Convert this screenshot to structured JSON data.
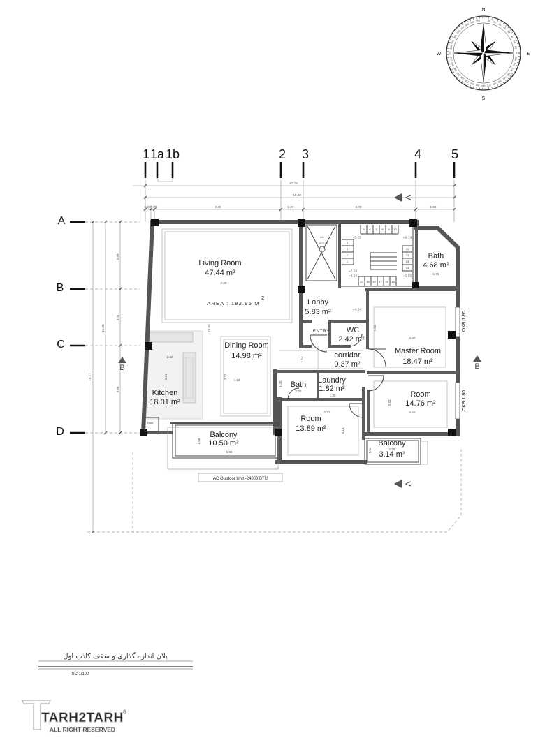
{
  "compass": {
    "north": "N",
    "south": "S",
    "west": "W",
    "east": "E",
    "degrees": [
      "10",
      "20",
      "30",
      "40",
      "50",
      "60",
      "70",
      "80",
      "90",
      "100",
      "110",
      "120",
      "130",
      "140",
      "150",
      "160",
      "170",
      "180",
      "190",
      "200",
      "210",
      "220",
      "230",
      "240",
      "250",
      "260",
      "270",
      "280",
      "290",
      "300",
      "310",
      "320",
      "330",
      "340",
      "350"
    ]
  },
  "grid": {
    "col_1": "1",
    "col_1a": "1a",
    "col_1b": "1b",
    "col_2": "2",
    "col_3": "3",
    "col_4": "4",
    "col_5": "5",
    "row_a": "A",
    "row_b": "B",
    "row_c": "C",
    "row_d": "D"
  },
  "dimensions": {
    "overall_width": "17.19",
    "structure_width": "16.39",
    "top_segments": [
      "0.20",
      "0.33",
      "6.60",
      "1.21",
      "6.00",
      "1.96"
    ],
    "left_overall": "15.77",
    "left_structure": "11.26",
    "left_segments": [
      "3.59",
      "3.01",
      "4.66"
    ],
    "interior": [
      "8.09",
      "10.65",
      "1.33",
      "4.21",
      "4.72",
      "4.18",
      "1.24",
      "1.40",
      "2.20",
      "1.30",
      "4.21",
      "3.18",
      "4.34",
      "4.46",
      "3.33",
      "4.46",
      "1.66",
      "5.82",
      "2.75",
      "1.54",
      "1.76"
    ]
  },
  "section_marks": {
    "a_top": "A",
    "a_bottom": "A",
    "b_left": "B",
    "b_right": "B"
  },
  "rooms": {
    "living": {
      "name": "Living Room",
      "area": "47.44 m²"
    },
    "lobby": {
      "name": "Lobby",
      "area": "5.83 m²"
    },
    "wc": {
      "name": "WC",
      "area": "2.42 m²"
    },
    "bath_top": {
      "name": "Bath",
      "area": "4.68 m²"
    },
    "dining": {
      "name": "Dining Room",
      "area": "14.98 m²"
    },
    "kitchen": {
      "name": "Kitchen",
      "area": "18.01 m²"
    },
    "corridor": {
      "name": "corridor",
      "area": "9.37 m²"
    },
    "master": {
      "name": "Master Room",
      "area": "18.47 m²"
    },
    "bath_small": {
      "name": "Bath"
    },
    "laundry": {
      "name": "Laundry",
      "area": "1.82 m²"
    },
    "room_right": {
      "name": "Room",
      "area": "14.76 m²"
    },
    "room_bottom": {
      "name": "Room",
      "area": "13.89 m²"
    },
    "balcony_left": {
      "name": "Balcony",
      "area": "10.50 m²"
    },
    "balcony_right": {
      "name": "Balcony",
      "area": "3.14 m²"
    }
  },
  "total_area": {
    "label": "AREA : 182.95 M",
    "superscript": "2"
  },
  "lift": {
    "name": "Lift",
    "size": "1.60*2.60"
  },
  "entry": "ENTRY",
  "duct": "Duct",
  "stairs": {
    "top_row": [
      "5",
      "6",
      "7",
      "8",
      "9",
      "10"
    ],
    "left_col": [
      "4",
      "3",
      "2",
      "1"
    ],
    "right_col": [
      "11",
      "12",
      "13",
      "14"
    ],
    "bottom_row": [
      "20",
      "19",
      "18",
      "17",
      "16",
      "15"
    ]
  },
  "levels": [
    "+5.02",
    "+6.14",
    "+7.94",
    "+4.34",
    "+6.86",
    "+4.34"
  ],
  "ac_unit": "AC Outdoor Unit -24000 BTU",
  "window_sill": [
    "OKB:1.80",
    "OKB:1.80"
  ],
  "title_block": {
    "title": "پلان اندازه گذاری و سقف کاذب اول",
    "scale": "SC:1/100"
  },
  "logo": {
    "name": "TARH2TARH",
    "tagline": "ALL RIGHT RESERVED",
    "mark": "®"
  }
}
